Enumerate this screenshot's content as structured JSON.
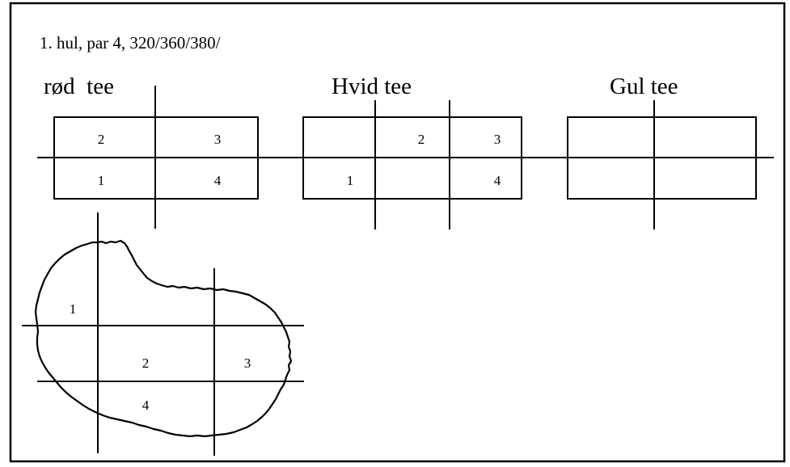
{
  "header": {
    "text": "1. hul, par 4, 320/360/380/"
  },
  "tees": {
    "red": {
      "label": "rød  tee",
      "zones": [
        "2",
        "3",
        "1",
        "4"
      ]
    },
    "white": {
      "label": "Hvid tee",
      "zones": [
        "2",
        "3",
        "1",
        "4"
      ]
    },
    "yellow": {
      "label": "Gul tee"
    }
  },
  "green": {
    "zones": [
      "1",
      "2",
      "3",
      "4"
    ]
  }
}
